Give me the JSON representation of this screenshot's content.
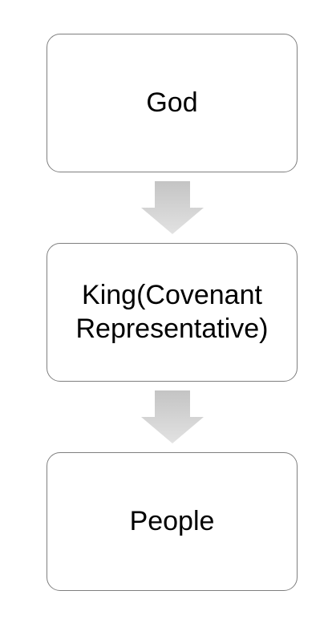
{
  "diagram": {
    "nodes": [
      {
        "label": "God"
      },
      {
        "label": "King(Covenant\nRepresentative)"
      },
      {
        "label": "People"
      }
    ],
    "colors": {
      "node_border": "#7f7f7f",
      "node_fill": "#ffffff",
      "text": "#000000",
      "arrow_light": "#e2e2e2",
      "arrow_dark": "#c4c4c4"
    },
    "arrow_icon": "down-arrow-icon"
  }
}
